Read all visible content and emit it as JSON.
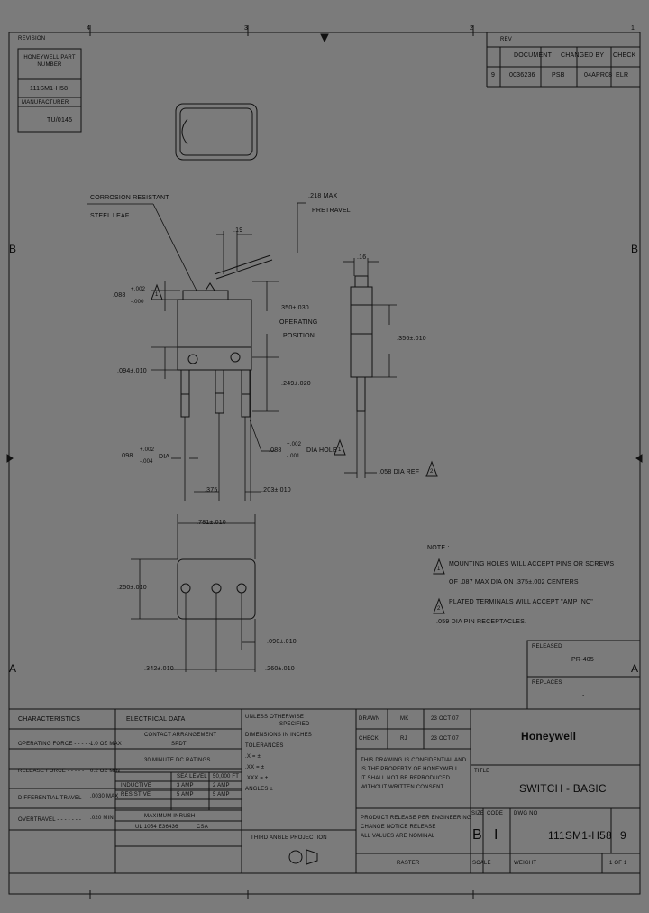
{
  "header": {
    "corner_note": "REVISION",
    "rev_header": "REV",
    "document_header": "DOCUMENT",
    "change_header": "CHANGED BY",
    "check_header": "CHECK",
    "rev_value": "9",
    "document_value": "0036236",
    "change_value": "PSB",
    "date_value": "04APR08",
    "check_value": "ELR"
  },
  "part_box": {
    "label": "HONEYWELL PART NUMBER",
    "part_number": "111SM1-H58",
    "mfr_label": "MANUFACTURER",
    "mfr_value": "TU/0145"
  },
  "grid": {
    "top": [
      "4",
      "3",
      "2",
      "1"
    ],
    "left": [
      "B",
      "A"
    ]
  },
  "dims": {
    "leaf_note_1": "CORROSION RESISTANT",
    "leaf_note_2": "STEEL LEAF",
    "pretravel_1": ".218 MAX",
    "pretravel_2": "PRETRAVEL",
    "d_19": ".19",
    "d_16": ".16",
    "d_088": ".088",
    "d_088_tol_plus": "+.002",
    "d_088_tol_minus": "-.000",
    "op_pos_1": ".350±.030",
    "op_pos_2": "OPERATING",
    "op_pos_3": "POSITION",
    "d_094": ".094±.010",
    "d_249": ".249±.020",
    "d_356": ".356±.010",
    "d_098": ".098",
    "d_098_tol_plus": "+.002",
    "d_098_tol_minus": "-.004",
    "d_098_suffix": "DIA",
    "d_088b": ".088",
    "d_088b_tol_plus": "+.002",
    "d_088b_tol_minus": "-.001",
    "d_088b_suffix": "DIA HOLE",
    "d_058": ".058 DIA REF",
    "d_375": ".375",
    "d_203": ".203±.010",
    "d_781": ".781±.010",
    "d_250": ".250±.010",
    "d_090": ".090±.010",
    "d_342": ".342±.010",
    "d_260": ".260±.010",
    "num_1": "1",
    "num_2": "2"
  },
  "notes": {
    "title": "NOTE :",
    "n1_line1": "MOUNTING HOLES WILL ACCEPT PINS OR SCREWS",
    "n1_line2": "OF .087 MAX DIA ON .375±.002 CENTERS",
    "n2_line1": "PLATED TERMINALS WILL ACCEPT \"AMP INC\"",
    "n2_line2": ".059 DIA PIN RECEPTACLES."
  },
  "release": {
    "released_label": "RELEASED",
    "released_value": "PR-405",
    "replaces_label": "REPLACES",
    "replaces_value": "-"
  },
  "tables": {
    "characteristics": "CHARACTERISTICS",
    "electrical": "ELECTRICAL DATA",
    "op_force": "OPERATING FORCE - - - - -",
    "op_force_val": "1.0 OZ MAX",
    "release_force": "RELEASE FORCE - - - - -",
    "release_force_val": "0.2 OZ MIN",
    "diff_travel": "DIFFERENTIAL TRAVEL - - - -",
    "diff_travel_val": ".0030 MAX",
    "overtravel": "OVERTRAVEL - - - - - - -",
    "overtravel_val": ".020 MIN",
    "contact_arr_1": "CONTACT ARRANGEMENT",
    "contact_arr_2": "SPDT",
    "ratings": "30 MINUTE DC RATINGS",
    "res_hdr": "SEA LEVEL",
    "alt_hdr": "50,000 FT",
    "inductive": "INDUCTIVE",
    "resistive": "RESISTIVE",
    "ind_sea": "3 AMP",
    "ind_alt": "2 AMP",
    "res_sea": "5 AMP",
    "res_alt": "5 AMP",
    "inrush": "MAXIMUM INRUSH",
    "approvals": "UL 1054 E36436",
    "approvals_2": "CSA",
    "unless_1": "UNLESS OTHERWISE",
    "unless_2": "SPECIFIED",
    "decimals": "DIMENSIONS IN INCHES",
    "tol_1": "TOLERANCES",
    "tol_x": ".X = ±",
    "tol_xx": ".XX = ±",
    "tol_xxx": ".XXX = ±",
    "tol_ang": "ANGLES ±",
    "third_angle": "THIRD ANGLE PROJECTION",
    "drawn": "DRAWN",
    "drawn_by": "MK",
    "drawn_date": "23 OCT 07",
    "check": "CHECK",
    "check_by": "RJ",
    "check_date": "23 OCT 07",
    "prop_1": "THIS DRAWING IS CONFIDENTIAL AND",
    "prop_2": "IS THE PROPERTY OF HONEYWELL",
    "prop_3": "IT SHALL NOT BE REPRODUCED",
    "prop_4": "WITHOUT WRITTEN CONSENT",
    "release_1": "PRODUCT RELEASE PER ENGINEERING",
    "release_2": "CHANGE NOTICE RELEASE",
    "release_3": "ALL VALUES ARE NOMINAL",
    "size_label": "SIZE",
    "code_label": "CODE",
    "size_val": "B",
    "code_val": "I",
    "dwg_label": "DWG NO",
    "dwg_val": "111SM1-H58",
    "rev_val": "9",
    "scale_label": "SCALE",
    "weight_label": "WEIGHT",
    "sheet_val": "1 OF 1",
    "raster": "RASTER",
    "title_label": "TITLE",
    "title_val": "SWITCH - BASIC",
    "company": "Honeywell"
  }
}
